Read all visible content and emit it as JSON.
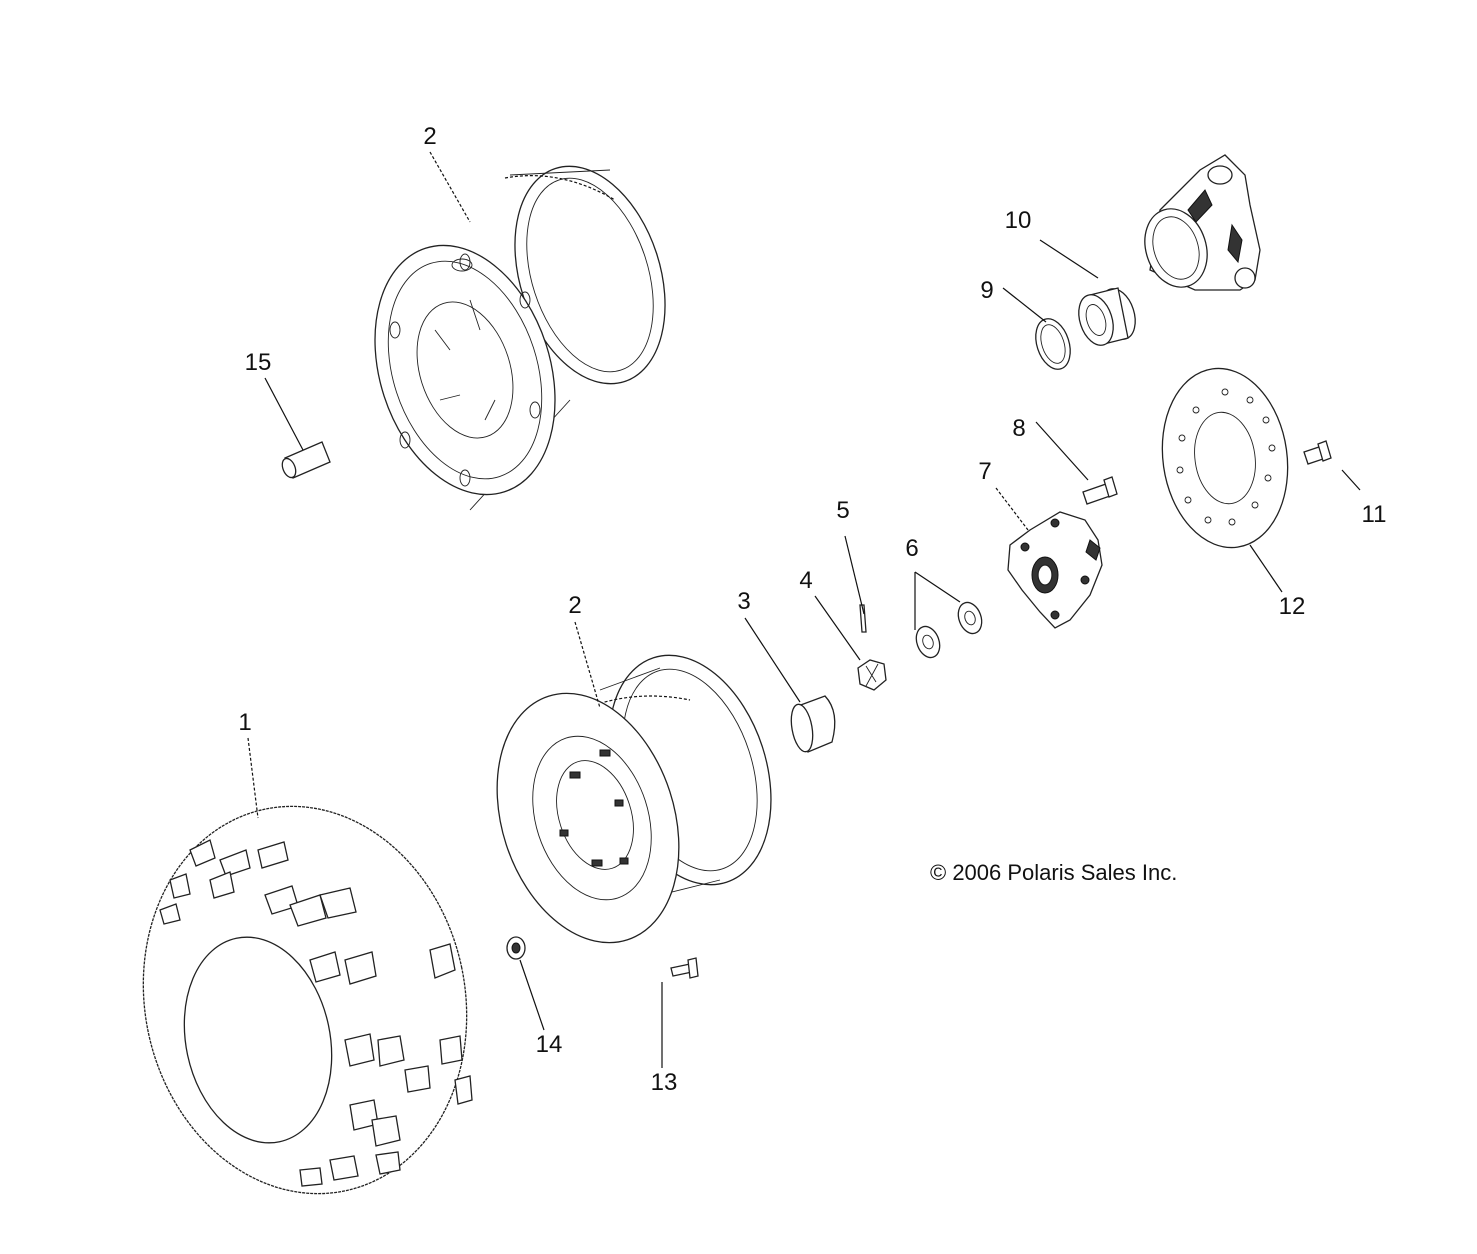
{
  "callouts": [
    {
      "id": "1",
      "label": "1"
    },
    {
      "id": "2a",
      "label": "2"
    },
    {
      "id": "2b",
      "label": "2"
    },
    {
      "id": "3",
      "label": "3"
    },
    {
      "id": "4",
      "label": "4"
    },
    {
      "id": "5",
      "label": "5"
    },
    {
      "id": "6",
      "label": "6"
    },
    {
      "id": "7",
      "label": "7"
    },
    {
      "id": "8",
      "label": "8"
    },
    {
      "id": "9",
      "label": "9"
    },
    {
      "id": "10",
      "label": "10"
    },
    {
      "id": "11",
      "label": "11"
    },
    {
      "id": "12",
      "label": "12"
    },
    {
      "id": "13",
      "label": "13"
    },
    {
      "id": "14",
      "label": "14"
    },
    {
      "id": "15",
      "label": "15"
    }
  ],
  "copyright": "© 2006 Polaris Sales Inc."
}
